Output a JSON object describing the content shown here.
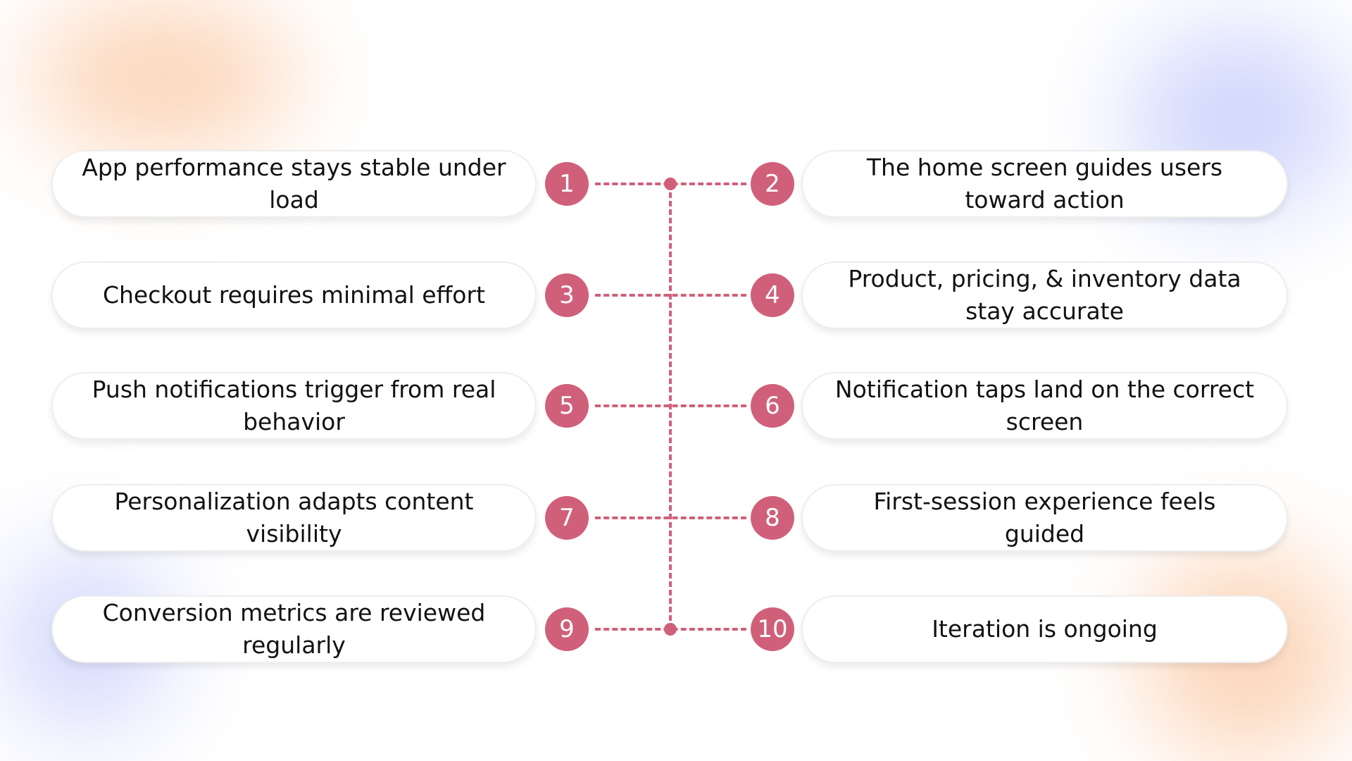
{
  "accent_color": "#d0607a",
  "rows": [
    {
      "left": {
        "number": "1",
        "text": "App performance stays stable under load"
      },
      "right": {
        "number": "2",
        "text": "The home screen guides users toward action"
      }
    },
    {
      "left": {
        "number": "3",
        "text": "Checkout requires minimal effort"
      },
      "right": {
        "number": "4",
        "text": "Product, pricing, & inventory data stay accurate"
      }
    },
    {
      "left": {
        "number": "5",
        "text": "Push notifications trigger from real behavior"
      },
      "right": {
        "number": "6",
        "text": "Notification taps land on the correct screen"
      }
    },
    {
      "left": {
        "number": "7",
        "text": "Personalization adapts content visibility"
      },
      "right": {
        "number": "8",
        "text": "First-session experience feels guided"
      }
    },
    {
      "left": {
        "number": "9",
        "text": "Conversion metrics are reviewed regularly"
      },
      "right": {
        "number": "10",
        "text": "Iteration is ongoing"
      }
    }
  ]
}
